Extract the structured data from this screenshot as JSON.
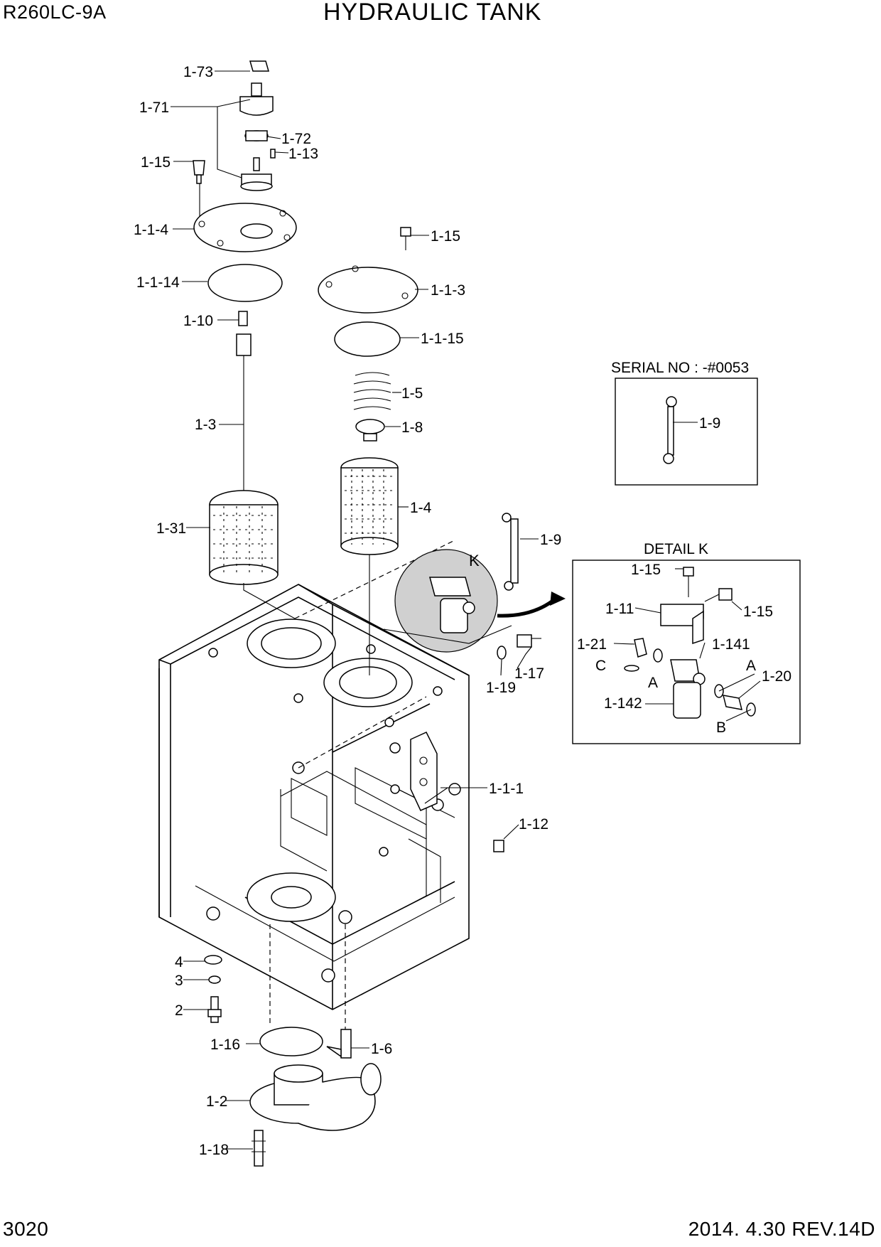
{
  "header": {
    "model": "R260LC-9A",
    "title": "HYDRAULIC TANK"
  },
  "footer": {
    "page_number": "3020",
    "revision": "2014. 4.30  REV.14D"
  },
  "serial_box": {
    "caption": "SERIAL NO : -#0053",
    "part": "1-9"
  },
  "detail_k": {
    "caption": "DETAIL  K",
    "callouts": [
      "1-15",
      "1-15",
      "1-11",
      "1-21",
      "C",
      "1-141",
      "A",
      "A",
      "1-20",
      "1-142",
      "B"
    ]
  },
  "detail_marker": "K",
  "callouts": [
    "1-73",
    "1-71",
    "1-72",
    "1-13",
    "1-15",
    "1-1-4",
    "1-1-14",
    "1-10",
    "1-3",
    "1-31",
    "1-15",
    "1-1-3",
    "1-1-15",
    "1-5",
    "1-8",
    "1-4",
    "1-9",
    "1-17",
    "1-19",
    "1-1-1",
    "1-12",
    "4",
    "3",
    "2",
    "1-16",
    "1-6",
    "1-2",
    "1-18"
  ]
}
